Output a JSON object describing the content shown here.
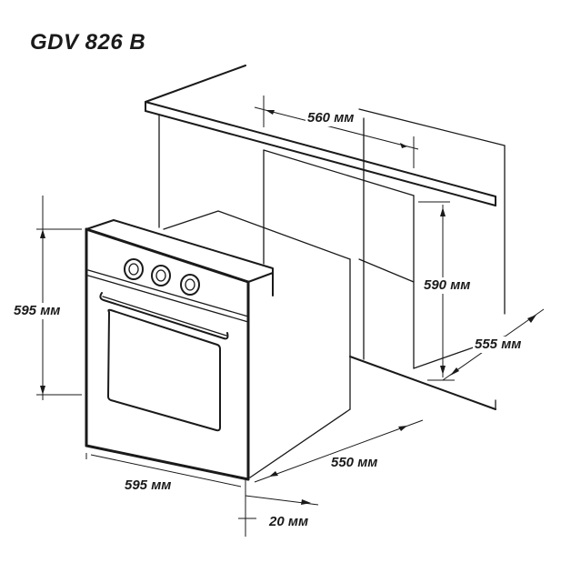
{
  "title": "GDV 826 B",
  "dimensions": {
    "niche_width": "560 мм",
    "niche_height": "590 мм",
    "niche_depth": "555 мм",
    "oven_height": "595 мм",
    "oven_width": "595 мм",
    "oven_depth": "550 мм",
    "front_offset": "20 мм"
  }
}
